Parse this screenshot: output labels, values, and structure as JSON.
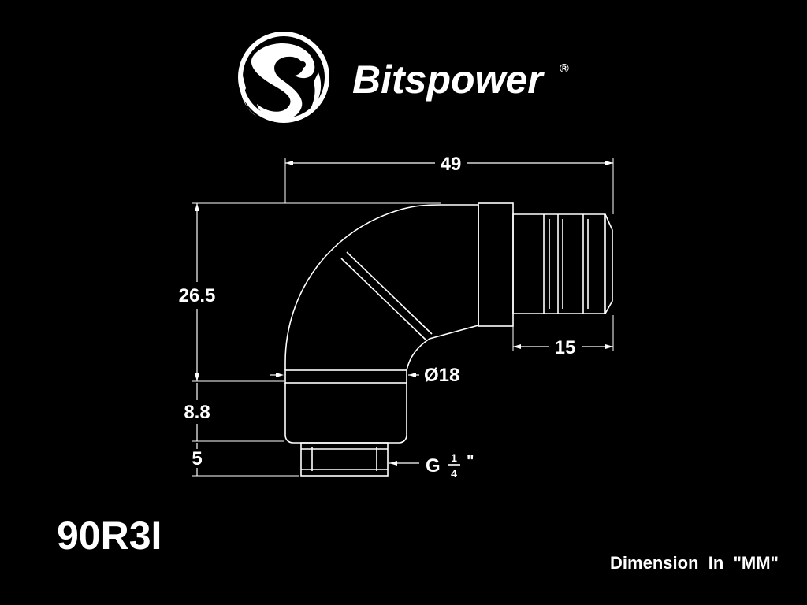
{
  "brand": {
    "name": "Bitspower",
    "registered_mark": "®",
    "logo_icon": "dragon-emblem-icon"
  },
  "product": {
    "model": "90R3I"
  },
  "dimensions": {
    "overall_width": "49",
    "body_height": "26.5",
    "barb_length": "15",
    "ring_diameter": "Ø18",
    "rotary_height": "8.8",
    "thread_height": "5",
    "thread_prefix": "G",
    "thread_numerator": "1",
    "thread_denominator": "4",
    "thread_unit": "\""
  },
  "footer": {
    "units_note": "Dimension  In  \"MM\""
  },
  "colors": {
    "background": "#000000",
    "foreground": "#ffffff"
  }
}
